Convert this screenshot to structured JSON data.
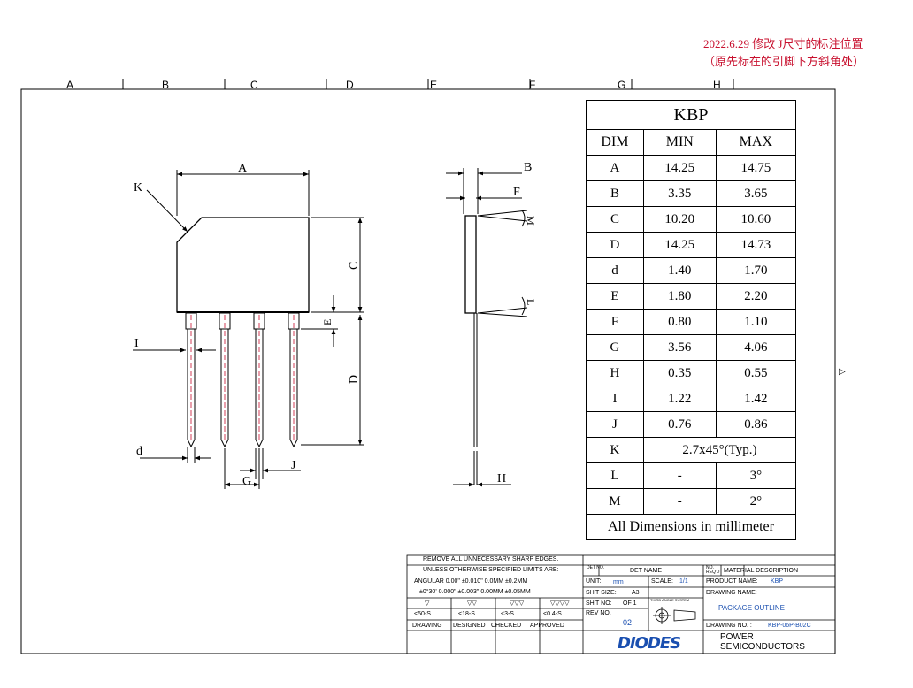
{
  "revision_note": {
    "line1": "2022.6.29 修改 J尺寸的标注位置",
    "line2": "（原先标在的引脚下方斜角处）"
  },
  "zone_letters": [
    "A",
    "B",
    "C",
    "D",
    "E",
    "F",
    "G",
    "H"
  ],
  "side_marker": "▷",
  "front_view_labels": {
    "A": "A",
    "K": "K",
    "C": "C",
    "E": "E",
    "D": "D",
    "I": "I",
    "d": "d",
    "G": "G",
    "J": "J"
  },
  "side_view_labels": {
    "B": "B",
    "F": "F",
    "M": "M",
    "L": "L",
    "H": "H"
  },
  "dim_table": {
    "title": "KBP",
    "headers": [
      "DIM",
      "MIN",
      "MAX"
    ],
    "rows": [
      {
        "dim": "A",
        "min": "14.25",
        "max": "14.75"
      },
      {
        "dim": "B",
        "min": "3.35",
        "max": "3.65"
      },
      {
        "dim": "C",
        "min": "10.20",
        "max": "10.60"
      },
      {
        "dim": "D",
        "min": "14.25",
        "max": "14.73"
      },
      {
        "dim": "d",
        "min": "1.40",
        "max": "1.70"
      },
      {
        "dim": "E",
        "min": "1.80",
        "max": "2.20"
      },
      {
        "dim": "F",
        "min": "0.80",
        "max": "1.10"
      },
      {
        "dim": "G",
        "min": "3.56",
        "max": "4.06"
      },
      {
        "dim": "H",
        "min": "0.35",
        "max": "0.55"
      },
      {
        "dim": "I",
        "min": "1.22",
        "max": "1.42"
      },
      {
        "dim": "J",
        "min": "0.76",
        "max": "0.86"
      }
    ],
    "k_row": {
      "dim": "K",
      "value": "2.7x45°(Typ.)"
    },
    "l_row": {
      "dim": "L",
      "min": "-",
      "max": "3°"
    },
    "m_row": {
      "dim": "M",
      "min": "-",
      "max": "2°"
    },
    "footer": "All Dimensions in millimeter"
  },
  "title_block": {
    "remove_edges": "REMOVE ALL UNNECESSARY SHARP EDGES.",
    "unless": "UNLESS OTHERWISE SPECIFIED LIMITS ARE:",
    "angular": "ANGULAR  0.00\"  ±0.010\"  0.0MM  ±0.2MM",
    "angular2": "±0°30'  0.000\"  ±0.003\"  0.00MM  ±0.05MM",
    "finish_symbols": [
      "▽",
      "▽▽",
      "▽▽▽",
      "▽▽▽▽"
    ],
    "finish_values": [
      "<50-S",
      "<18-S",
      "<3-S",
      "<0.4-S"
    ],
    "sign_labels": [
      "DRAWING",
      "DESIGNED",
      "CHECKED",
      "APPROVED"
    ],
    "det_no": "DET NO.",
    "det_name": "DET  NAME",
    "no_req": "NO. REQ'D",
    "material": "MATERIAL  DESCRIPTION",
    "unit_label": "UNIT:",
    "unit_value": "mm",
    "scale_label": "SCALE:",
    "scale_value": "1/1",
    "product_label": "PRODUCT NAME:",
    "product_value": "KBP",
    "sheet_size_label": "SH'T SIZE:",
    "sheet_size_value": "A3",
    "drawing_name_label": "DRAWING NAME:",
    "drawing_name_value": "PACKAGE OUTLINE",
    "sheet_no_label": "SH'T NO:",
    "sheet_no_value": "OF  1",
    "third_angle": "THIRD ANGLE SYSTEM",
    "rev_label": "REV NO.",
    "rev_value": "02",
    "drawing_no_label": "DRAWING NO. :",
    "drawing_no_value": "KBP-06P-B02C",
    "logo_text": "DIODES",
    "company_line1": "POWER",
    "company_line2": "SEMICONDUCTORS"
  },
  "colors": {
    "note": "#c8102e",
    "lead_center": "#c8102e",
    "blue_text": "#1a4fb0",
    "logo": "#1a4fb0"
  }
}
